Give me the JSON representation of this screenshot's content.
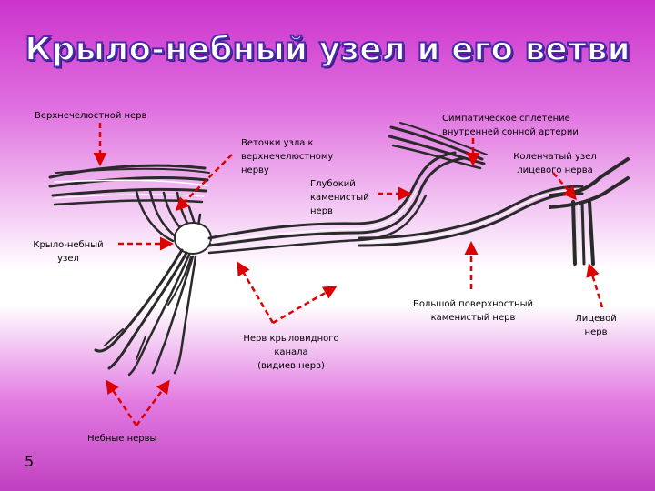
{
  "slide": {
    "title": "Крыло-небный узел и его ветви",
    "number": "5"
  },
  "labels": {
    "maxillary_nerve": "Верхнечелюстной нерв",
    "sympathetic_plexus_1": "Симпатическое сплетение",
    "sympathetic_plexus_2": "внутренней сонной артерии",
    "branches_1": "Веточки узла к",
    "branches_2": "верхнечелюстному",
    "branches_3": "нерву",
    "geniculate_1": "Коленчатый узел",
    "geniculate_2": "лицевого нерва",
    "deep_petrosal_1": "Глубокий",
    "deep_petrosal_2": "каменистый",
    "deep_petrosal_3": "нерв",
    "ganglion_1": "Крыло-небный",
    "ganglion_2": "узел",
    "greater_petrosal_1": "Большой поверхностный",
    "greater_petrosal_2": "каменистый нерв",
    "facial_1": "Лицевой",
    "facial_2": "нерв",
    "vidian_1": "Нерв крыловидного",
    "vidian_2": "канала",
    "vidian_3": "(видиев нерв)",
    "palatine": "Небные нервы"
  },
  "colors": {
    "arrow": "#dd0000",
    "nerve": "#2a2a2a"
  }
}
